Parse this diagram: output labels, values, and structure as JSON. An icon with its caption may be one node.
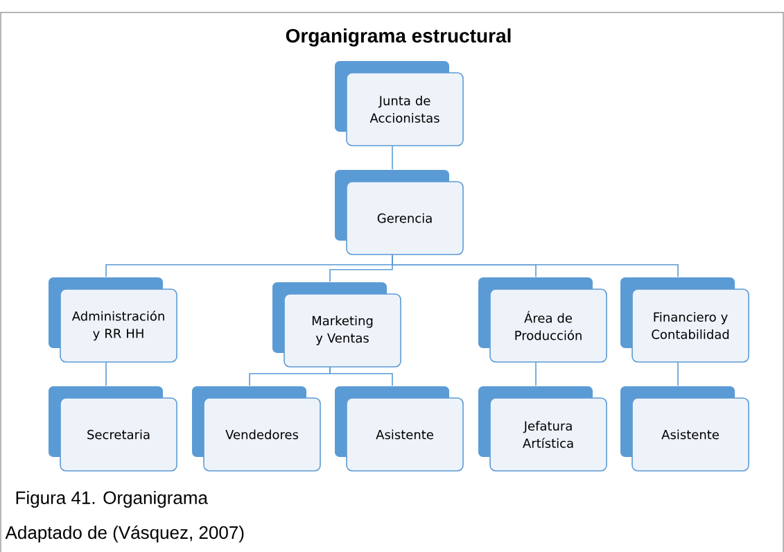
{
  "diagram": {
    "title": "Organigrama estructural",
    "nodes": [
      {
        "text": [
          "Junta de Accionistas"
        ]
      },
      {
        "text": [
          "Gerencia"
        ]
      },
      {
        "text": [
          "Administración y RR HH"
        ]
      },
      {
        "text": [
          "Marketing y Ventas"
        ]
      },
      {
        "text": [
          "Área de Producción"
        ]
      },
      {
        "text": [
          "Financiero y Contabilidad"
        ]
      },
      {
        "text": [
          "Secretaria"
        ]
      },
      {
        "text": [
          "Vendedores"
        ]
      },
      {
        "text": [
          "Asistente"
        ]
      },
      {
        "text": [
          "Jefatura Artística"
        ]
      },
      {
        "text": [
          "Asistente"
        ]
      }
    ],
    "edges": [
      {
        "from": 0,
        "to": 1,
        "arrow": "none"
      },
      {
        "from": 1,
        "to": 2,
        "arrow": "none"
      },
      {
        "from": 1,
        "to": 3,
        "arrow": "none"
      },
      {
        "from": 1,
        "to": 4,
        "arrow": "none"
      },
      {
        "from": 1,
        "to": 5,
        "arrow": "none"
      },
      {
        "from": 2,
        "to": 6,
        "arrow": "none"
      },
      {
        "from": 3,
        "to": 7,
        "arrow": "none"
      },
      {
        "from": 3,
        "to": 8,
        "arrow": "none"
      },
      {
        "from": 4,
        "to": 9,
        "arrow": "none"
      },
      {
        "from": 5,
        "to": 10,
        "arrow": "none"
      }
    ],
    "caption": "Figura 41. Organigrama",
    "labels": [
      "Adaptado de (Vásquez, 2007)"
    ]
  }
}
